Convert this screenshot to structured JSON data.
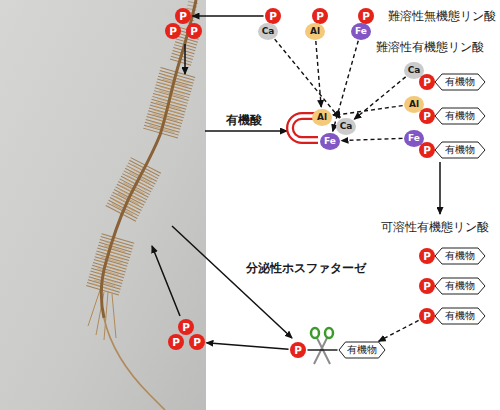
{
  "diagram": {
    "nodes": [
      {
        "text": [
          "P"
        ]
      },
      {
        "text": [
          "P"
        ]
      },
      {
        "text": [
          "P"
        ]
      },
      {
        "text": [
          "P"
        ]
      },
      {
        "text": [
          "Ca"
        ]
      },
      {
        "text": [
          "P"
        ]
      },
      {
        "text": [
          "Al"
        ]
      },
      {
        "text": [
          "P"
        ]
      },
      {
        "text": [
          "Fe"
        ]
      },
      {
        "text": [
          "Al"
        ]
      },
      {
        "text": [
          "Ca"
        ]
      },
      {
        "text": [
          "Fe"
        ]
      },
      {
        "text": [
          "Ca"
        ]
      },
      {
        "text": [
          "P"
        ]
      },
      {
        "text": [
          "有機物"
        ]
      },
      {
        "text": [
          "Al"
        ]
      },
      {
        "text": [
          "P"
        ]
      },
      {
        "text": [
          "有機物"
        ]
      },
      {
        "text": [
          "Fe"
        ]
      },
      {
        "text": [
          "P"
        ]
      },
      {
        "text": [
          "有機物"
        ]
      },
      {
        "text": [
          "P"
        ]
      },
      {
        "text": [
          "有機物"
        ]
      },
      {
        "text": [
          "P"
        ]
      },
      {
        "text": [
          "有機物"
        ]
      },
      {
        "text": [
          "P"
        ]
      },
      {
        "text": [
          "有機物"
        ]
      },
      {
        "text": [
          "P"
        ]
      },
      {
        "text": [
          "P"
        ]
      },
      {
        "text": [
          "P"
        ]
      },
      {
        "text": [
          "P"
        ]
      },
      {
        "text": [
          "有機物"
        ]
      }
    ],
    "edges": [
      {
        "from": 3,
        "to": 0,
        "arrow": "to"
      },
      {
        "from": 4,
        "to": 10,
        "arrow": "to"
      },
      {
        "from": 6,
        "to": 9,
        "arrow": "to"
      },
      {
        "from": 8,
        "to": 11,
        "arrow": "to"
      },
      {
        "from": 12,
        "to": 10,
        "arrow": "to"
      },
      {
        "from": 15,
        "to": 9,
        "arrow": "to"
      },
      {
        "from": 18,
        "to": 11,
        "arrow": "to"
      },
      {
        "from": 25,
        "to": 31,
        "arrow": "to"
      },
      {
        "from": 30,
        "to": 29,
        "arrow": "to"
      },
      {
        "from": 30,
        "to": 31,
        "arrow": "none"
      }
    ],
    "labels": [
      "難溶性無機態リン酸",
      "難溶性有機態リン酸",
      "有機酸",
      "可溶性有機態リン酸",
      "分泌性ホスファターゼ"
    ]
  }
}
